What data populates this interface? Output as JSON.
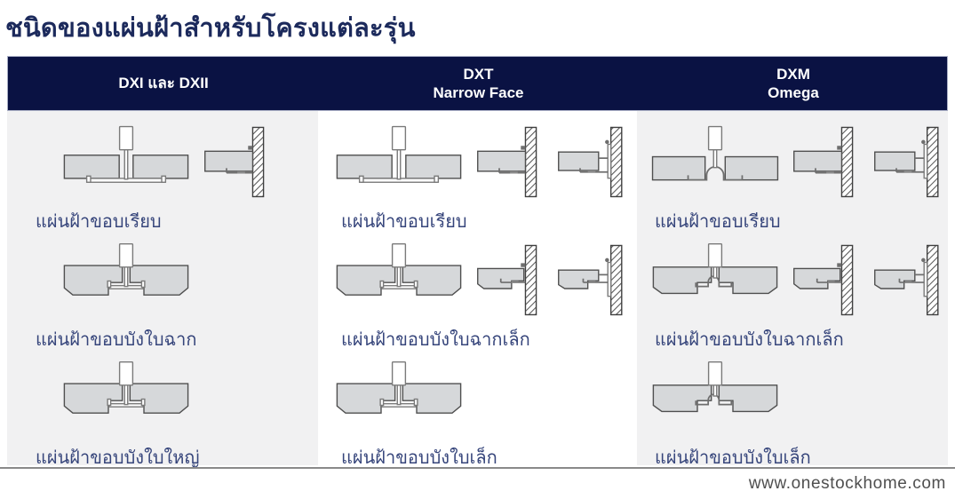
{
  "page": {
    "title": "ชนิดของแผ่นฝ้าสำหรับโครงแต่ละรุ่น",
    "footer_url": "www.onestockhome.com"
  },
  "table": {
    "columns": [
      {
        "id": "dxi-dxii",
        "header_lines": [
          "DXI และ DXII"
        ],
        "rows": [
          {
            "label": "แผ่นฝ้าขอบเรียบ",
            "diagrams": [
              "tee-flat",
              "wall-flat"
            ]
          },
          {
            "label": "แผ่นฝ้าขอบบังใบฉาก",
            "diagrams": [
              "tee-rebate"
            ]
          },
          {
            "label": "แผ่นฝ้าขอบบังใบใหญ่",
            "diagrams": [
              "tee-rebate"
            ]
          }
        ]
      },
      {
        "id": "dxt-narrow-face",
        "header_lines": [
          "DXT",
          "Narrow Face"
        ],
        "rows": [
          {
            "label": "แผ่นฝ้าขอบเรียบ",
            "diagrams": [
              "tee-flat",
              "wall-flat",
              "wall-flat-gap"
            ]
          },
          {
            "label": "แผ่นฝ้าขอบบังใบฉากเล็ก",
            "diagrams": [
              "tee-rebate",
              "wall-rebate",
              "wall-rebate-gap"
            ]
          },
          {
            "label": "แผ่นฝ้าขอบบังใบเล็ก",
            "diagrams": [
              "tee-rebate"
            ]
          }
        ]
      },
      {
        "id": "dxm-omega",
        "header_lines": [
          "DXM",
          "Omega"
        ],
        "rows": [
          {
            "label": "แผ่นฝ้าขอบเรียบ",
            "diagrams": [
              "omega-flat",
              "wall-flat",
              "wall-flat-gap"
            ]
          },
          {
            "label": "แผ่นฝ้าขอบบังใบฉากเล็ก",
            "diagrams": [
              "omega-rebate",
              "wall-rebate",
              "wall-rebate-gap"
            ]
          },
          {
            "label": "แผ่นฝ้าขอบบังใบเล็ก",
            "diagrams": [
              "omega-rebate"
            ]
          }
        ]
      }
    ]
  },
  "colors": {
    "header_bg": "#0a1243",
    "header_text": "#ffffff",
    "title_text": "#1c2a5c",
    "label_text": "#36457b",
    "alt_column_bg": "#f1f1f2",
    "panel_fill": "#d6d8da"
  }
}
